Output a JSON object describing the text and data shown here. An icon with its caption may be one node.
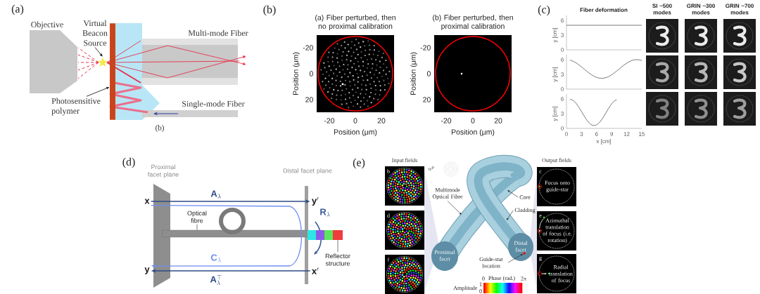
{
  "diagram": {
    "nodes": [
      {
        "text": [
          "Virtual Beacon Source"
        ]
      },
      {
        "text": [],
        "shape": "star"
      },
      {
        "text": [
          "Photosensitive polymer"
        ]
      },
      {
        "text": [],
        "shape": "bar"
      },
      {
        "text": [
          "Proximal facet plane"
        ]
      },
      {
        "text": [
          "Distal facet plane"
        ]
      },
      {
        "text": [
          "\\mathbf{x}"
        ]
      },
      {
        "text": [
          "\\mathbf{y}'"
        ]
      },
      {
        "text": [
          "\\mathbf{y}"
        ]
      },
      {
        "text": [
          "\\mathbf{x}'"
        ]
      },
      {
        "text": [
          "Optical fibre"
        ]
      },
      {
        "text": [],
        "shape": "cylinder"
      },
      {
        "text": [
          "Reflector structure"
        ]
      },
      {
        "text": [],
        "shape": "bar"
      },
      {
        "text": [],
        "shape": "cylinder"
      },
      {
        "text": [
          "Multimode Optical Fibre"
        ],
        "in": 14
      },
      {
        "text": [
          "Core"
        ],
        "in": 14
      },
      {
        "text": [
          "Cladding"
        ],
        "in": 14
      },
      {
        "text": [
          "Guide-star location"
        ],
        "in": 14
      },
      {
        "text": [],
        "shape": "circle",
        "in": 14
      }
    ],
    "edges": [
      {
        "from": 0,
        "to": 1,
        "arrow": "to"
      },
      {
        "from": 2,
        "to": 3,
        "arrow": "to"
      },
      {
        "from": 6,
        "to": 7,
        "arrow": "to",
        "label": "\\mathbf{A}_\\lambda",
        "color": "#2c4a85"
      },
      {
        "from": 9,
        "to": 8,
        "arrow": "to",
        "label": "\\mathbf{A}_\\lambda^\\top",
        "color": "#2c4a85"
      },
      {
        "from": 6,
        "to": 8,
        "arrow": "to",
        "label": "\\mathbf{C}_\\lambda",
        "color": "#6f8ef0"
      },
      {
        "from": 10,
        "to": 11,
        "arrow": "none"
      },
      {
        "from": 12,
        "to": 13,
        "arrow": "none"
      },
      {
        "from": 15,
        "to": null,
        "arrow": "to"
      },
      {
        "from": 16,
        "to": null,
        "arrow": "to"
      },
      {
        "from": 17,
        "to": null,
        "arrow": "to"
      },
      {
        "from": 18,
        "to": 19,
        "arrow": "to"
      }
    ],
    "labels": [
      "(a)",
      "Objective",
      "Multi-mode Fiber",
      "Single-mode Fiber",
      "(b)",
      "(b)",
      "(a) Fiber perturbed, then no proximal calibration",
      "(b) Fiber perturbed, then proximal calibration",
      "-20",
      "0",
      "20",
      "-20",
      "0",
      "20",
      "Position (μm)",
      "Position (μm)",
      "-20",
      "0",
      "20",
      "-20",
      "0",
      "20",
      "Position (μm)",
      "Position (μm)",
      "(c)",
      "Fiber deformation",
      "SI ~500 modes",
      "GRIN ~300 modes",
      "GRIN ~700 modes",
      "6",
      "3",
      "0",
      "y [cm]",
      "6",
      "3",
      "0",
      "y [cm]",
      "6",
      "3",
      "0",
      "y [cm]",
      "0",
      "3",
      "6",
      "9",
      "12",
      "15",
      "x [cm]",
      "(d)",
      "\\mathbf{R}_\\lambda",
      "(e)",
      "Input fields",
      "Output fields",
      "b",
      "d",
      "f",
      "c",
      "e",
      "g",
      "u^{p}",
      "Proximal facet",
      "Distal facet",
      "Focus onto guide-star",
      "Azimuthal translation of focus (i.e. rotation)",
      "Radial translation of focus",
      "0",
      "Phase (rad.)",
      "2π",
      "1",
      "Amplitude",
      "0"
    ]
  }
}
